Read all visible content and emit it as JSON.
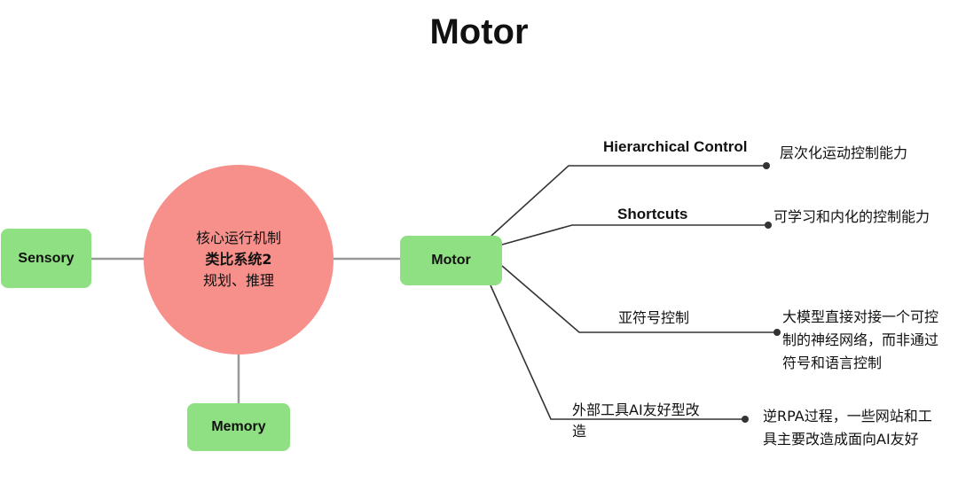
{
  "title": "Motor",
  "center": {
    "line1": "核心运行机制",
    "line2": "类比系统2",
    "line3": "规划、推理",
    "color": "#f78f8a"
  },
  "nodes": {
    "sensory": "Sensory",
    "memory": "Memory",
    "motor": "Motor",
    "color": "#8fe082"
  },
  "branches": [
    {
      "label": "Hierarchical Control",
      "desc": "层次化运动控制能力"
    },
    {
      "label": "Shortcuts",
      "desc": "可学习和内化的控制能力"
    },
    {
      "label": "亚符号控制",
      "desc": "大模型直接对接一个可控制的神经网络，而非通过符号和语言控制"
    },
    {
      "label": "外部工具AI友好型改造",
      "desc": "逆RPA过程，一些网站和工具主要改造成面向AI友好"
    }
  ],
  "line_color": "#333333"
}
